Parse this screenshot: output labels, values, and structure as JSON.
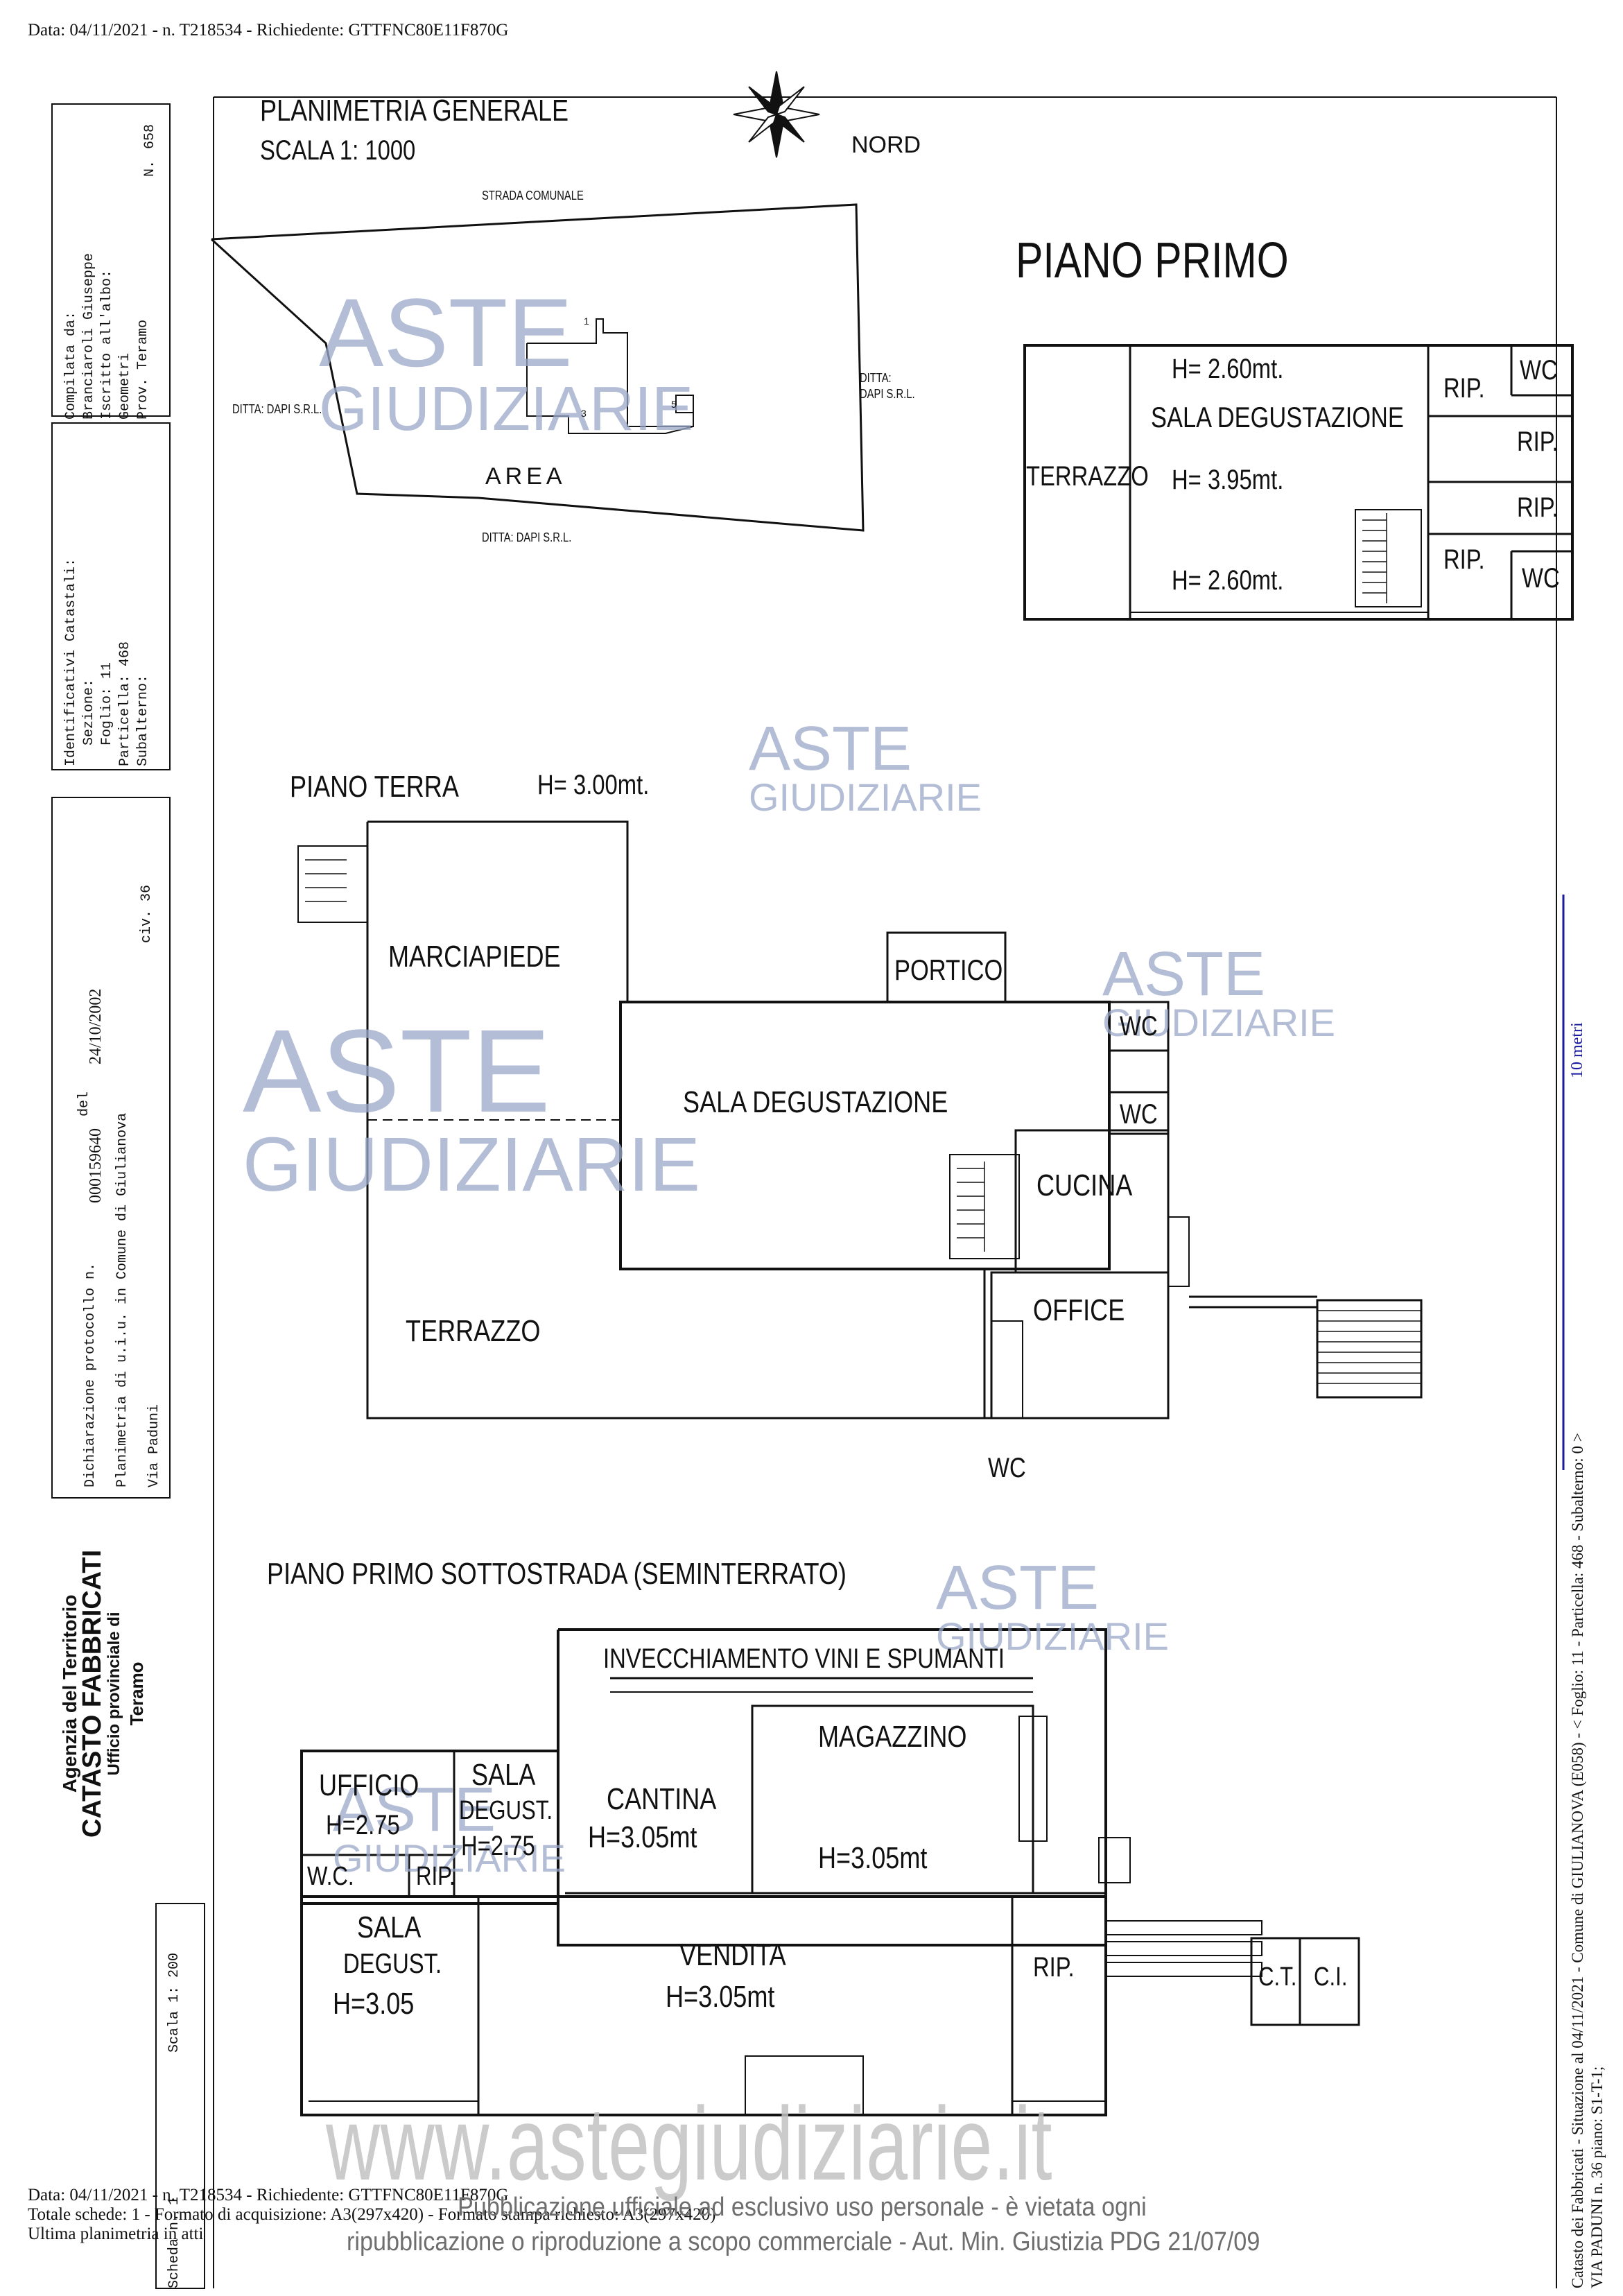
{
  "header": {
    "top_line": "Data: 04/11/2021 - n. T218534 - Richiedente: GTTFNC80E11F870G"
  },
  "left_column": {
    "compilata": [
      "Compilata da:",
      "Branciaroli Giuseppe",
      "Iscritto all'albo:",
      "Geometri",
      "Prov. Teramo"
    ],
    "numero_label": "N.",
    "numero": "658",
    "identificativi": [
      "Identificativi Catastali:",
      "Sezione:",
      "Foglio: 11",
      "Particella: 468",
      "Subalterno:"
    ],
    "dichiarazione": [
      "Dichiarazione protocollo n.",
      "Planimetria di u.i.u. in Comune di Giulianova",
      "Via Paduni"
    ],
    "protocollo_num": "000159640",
    "del_label": "del",
    "protocollo_date": "24/10/2002",
    "civ": "civ. 36",
    "agenzia": [
      "Agenzia del Territorio",
      "CATASTO FABBRICATI",
      "Ufficio provinciale di",
      "Teramo"
    ],
    "scheda": "Scheda n. 1",
    "scala": "Scala 1: 200"
  },
  "plan_generale": {
    "title": "PLANIMETRIA GENERALE",
    "scale": "SCALA 1: 1000",
    "north": "NORD",
    "strada": "STRADA COMUNALE",
    "ditta_left": "DITTA: DAPI S.R.L.",
    "ditta_right_1": "DITTA:",
    "ditta_right_2": "DAPI S.R.L.",
    "ditta_bottom": "DITTA: DAPI S.R.L.",
    "area": "AREA",
    "mark_1": "1",
    "mark_3": "3",
    "mark_5": "5"
  },
  "piano_primo": {
    "title": "PIANO PRIMO",
    "h1": "H= 2.60mt.",
    "sala": "SALA DEGUSTAZIONE",
    "h2": "H= 3.95mt.",
    "h3": "H= 2.60mt.",
    "terrazzo": "TERRAZZO",
    "rip": "RIP.",
    "wc": "WC"
  },
  "piano_terra": {
    "title": "PIANO TERRA",
    "height": "H= 3.00mt.",
    "marciapiede": "MARCIAPIEDE",
    "portico": "PORTICO",
    "sala": "SALA  DEGUSTAZIONE",
    "cucina": "CUCINA",
    "office": "OFFICE",
    "terrazzo": "TERRAZZO",
    "wc": "WC"
  },
  "seminterrato": {
    "title": "PIANO PRIMO SOTTOSTRADA (SEMINTERRATO)",
    "invecchiamento": "INVECCHIAMENTO VINI E SPUMANTI",
    "magazzino": "MAGAZZINO",
    "magazzino_h": "H=3.05mt",
    "cantina": "CANTINA",
    "cantina_h": "H=3.05mt",
    "ufficio": "UFFICIO",
    "ufficio_h": "H=2.75",
    "sala1": "SALA",
    "sala1b": "DEGUST.",
    "sala1_h": "H=2.75",
    "wc": "W.C.",
    "rip": "RIP.",
    "sala2": "SALA",
    "sala2b": "DEGUST.",
    "sala2_h": "H=3.05",
    "vendita": "VENDITA",
    "vendita_h": "H=3.05mt",
    "ct": "C.T.",
    "ci": "C.I."
  },
  "right_column": {
    "scale_bar": "10 metri",
    "catasto_line1": "Catasto dei Fabbricati - Situazione al 04/11/2021 - Comune di GIULIANOVA (E058) - < Foglio: 11 - Particella: 468 - Subalterno: 0 >",
    "catasto_line2": "VIA PADUNI n. 36 piano: S1-T-1;"
  },
  "watermark": {
    "aste": "ASTE",
    "giudiziarie": "GIUDIZIARIE",
    "website": "www.astegiudiziarie.it"
  },
  "footer": {
    "line1": "Data: 04/11/2021 - n. T218534 - Richiedente: GTTFNC80E11F870G",
    "line2": "Totale schede: 1 - Formato di acquisizione: A3(297x420) - Formato stampa richiesto: A3(297x420)",
    "line3": "Ultima planimetria in atti",
    "notice1": "Pubblicazione ufficiale ad esclusivo uso personale - è vietata ogni",
    "notice2": "ripubblicazione o riproduzione a scopo commerciale - Aut. Min. Giustizia PDG 21/07/09"
  }
}
